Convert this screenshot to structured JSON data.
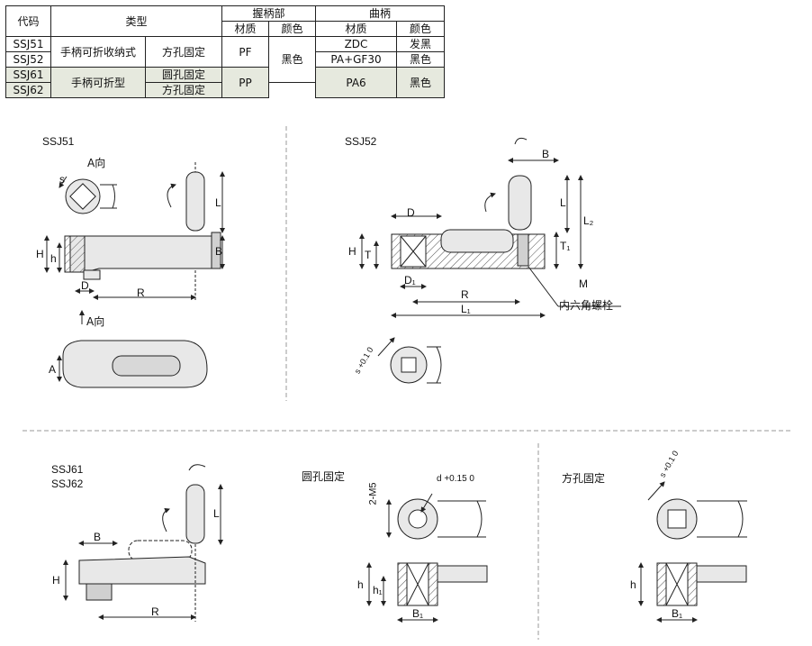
{
  "table": {
    "header": {
      "code": "代码",
      "type": "类型",
      "grip": "握柄部",
      "crank": "曲柄",
      "material": "材质",
      "color": "颜色"
    },
    "rows": [
      {
        "code": "SSJ51",
        "type": "手柄可折收纳式",
        "fix": "方孔固定",
        "grip_material": "PF",
        "grip_color": "黑色",
        "crank_material": "ZDC",
        "crank_color": "发黑"
      },
      {
        "code": "SSJ52",
        "crank_material": "PA+GF30",
        "crank_color": "黑色"
      },
      {
        "code": "SSJ61",
        "type": "手柄可折型",
        "fix": "圆孔固定",
        "grip_material": "PP",
        "crank_material": "PA6",
        "crank_color": "黑色"
      },
      {
        "code": "SSJ62",
        "fix": "方孔固定"
      }
    ]
  },
  "panels": {
    "ssj51": {
      "title": "SSJ51",
      "view_a": "A向",
      "view_a_bottom": "A向",
      "dims": {
        "s": "s",
        "h_upper": "H",
        "h_lower": "h",
        "d": "D",
        "r": "R",
        "b": "B",
        "l": "L",
        "a": "A"
      }
    },
    "ssj52": {
      "title": "SSJ52",
      "dims": {
        "b": "B",
        "l": "L",
        "l2": "L₂",
        "t1": "T₁",
        "h": "H",
        "t": "T",
        "d": "D",
        "d1": "D₁",
        "r": "R",
        "l1": "L₁",
        "m": "M",
        "s_tol": "s +0.1 0"
      },
      "note": "内六角螺栓"
    },
    "ssj61": {
      "title1": "SSJ61",
      "title2": "SSJ62",
      "dims": {
        "b": "B",
        "l": "L",
        "h": "H",
        "r": "R"
      }
    },
    "round": {
      "title": "圆孔固定",
      "m5": "2-M5",
      "d_tol": "d +0.15 0",
      "h": "h",
      "h1": "h₁",
      "b1": "B₁"
    },
    "square": {
      "title": "方孔固定",
      "s_tol": "s +0.1 0",
      "h": "h",
      "b1": "B₁"
    }
  },
  "colors": {
    "line": "#222222",
    "fill": "#e8e8e8",
    "dark": "#bdbdbd",
    "hatch": "#555555",
    "divider": "#999999",
    "shade": "#e6e9de"
  }
}
